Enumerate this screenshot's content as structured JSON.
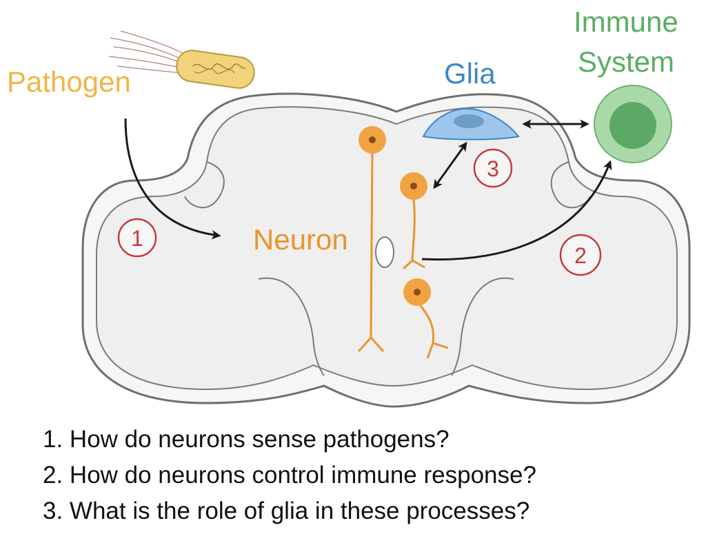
{
  "labels": {
    "pathogen": "Pathogen",
    "glia": "Glia",
    "immune_line1": "Immune",
    "immune_line2": "System",
    "neuron": "Neuron"
  },
  "steps": {
    "step1": "1",
    "step2": "2",
    "step3": "3"
  },
  "questions": [
    "1. How do neurons sense pathogens?",
    "2. How do neurons control immune response?",
    "3. What is the role of glia in these processes?"
  ],
  "colors": {
    "pathogen": "#F0B544",
    "glia": "#3E86C8",
    "immune": "#5AAE62",
    "neuron": "#E8952A",
    "step_circle": "#C8383B",
    "brain_fill": "#EFEFEF",
    "brain_outline": "#777777",
    "arrow": "#1A1A1A"
  }
}
